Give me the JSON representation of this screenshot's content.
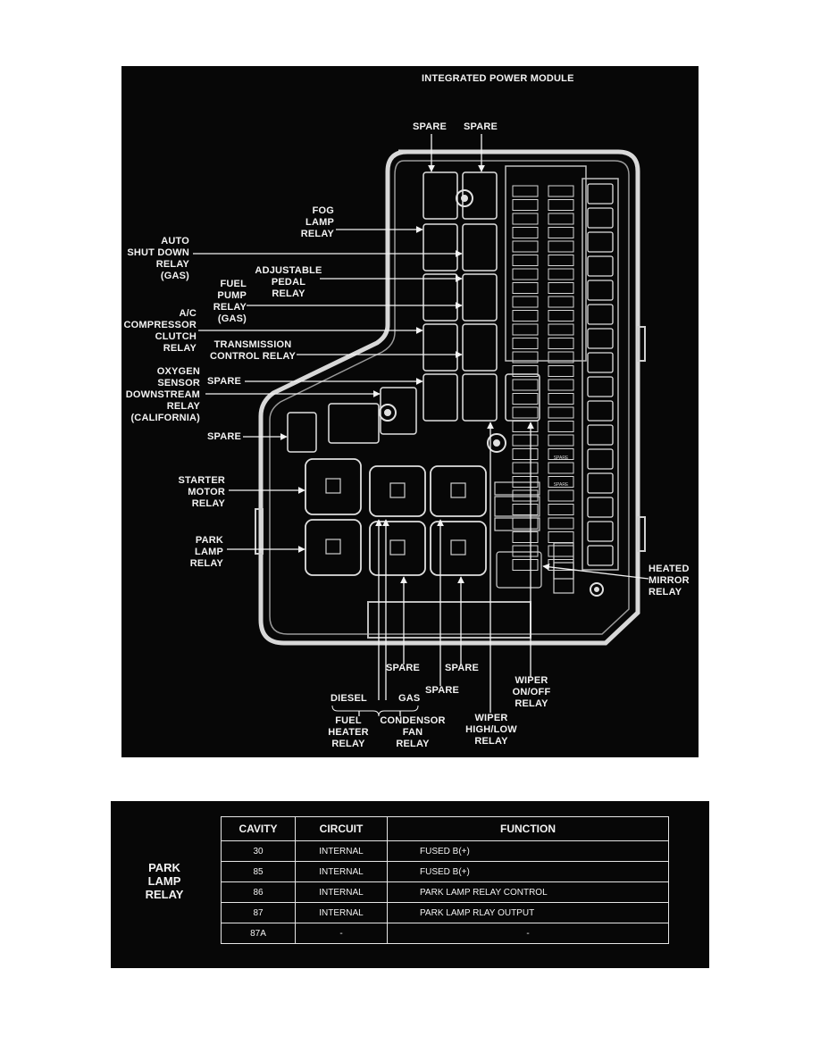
{
  "diagram": {
    "title": "INTEGRATED POWER MODULE",
    "labels": {
      "spare_top_left": "SPARE",
      "spare_top_right": "SPARE",
      "fog_lamp_relay": "FOG\nLAMP\nRELAY",
      "auto_shut_down_relay": "AUTO\nSHUT DOWN\nRELAY\n(GAS)",
      "adjustable_pedal_relay": "ADJUSTABLE\nPEDAL\nRELAY",
      "fuel_pump_relay": "FUEL\nPUMP\nRELAY\n(GAS)",
      "ac_compressor_clutch_relay": "A/C\nCOMPRESSOR\nCLUTCH\nRELAY",
      "transmission_control_relay": "TRANSMISSION\nCONTROL RELAY",
      "oxygen_sensor_downstream_relay": "OXYGEN\nSENSOR\nDOWNSTREAM\nRELAY\n(CALIFORNIA)",
      "spare_middle": "SPARE",
      "spare_left": "SPARE",
      "starter_motor_relay": "STARTER\nMOTOR\nRELAY",
      "park_lamp_relay": "PARK\nLAMP\nRELAY",
      "heated_mirror_relay": "HEATED\nMIRROR\nRELAY",
      "spare_bottom_1": "SPARE",
      "spare_bottom_2": "SPARE",
      "spare_bottom_3": "SPARE",
      "wiper_on_off_relay": "WIPER\nON/OFF\nRELAY",
      "diesel": "DIESEL",
      "gas": "GAS",
      "fuel_heater_relay": "FUEL\nHEATER\nRELAY",
      "condensor_fan_relay": "CONDENSOR\nFAN\nRELAY",
      "wiper_high_low_relay": "WIPER\nHIGH/LOW\nRELAY"
    },
    "fuse_labels": [
      "SPARE",
      "SPARE"
    ]
  },
  "table": {
    "relay_name": "PARK\nLAMP\nRELAY",
    "headers": {
      "cavity": "CAVITY",
      "circuit": "CIRCUIT",
      "function": "FUNCTION"
    },
    "rows": [
      {
        "cavity": "30",
        "circuit": "INTERNAL",
        "function": "FUSED B(+)"
      },
      {
        "cavity": "85",
        "circuit": "INTERNAL",
        "function": "FUSED B(+)"
      },
      {
        "cavity": "86",
        "circuit": "INTERNAL",
        "function": "PARK LAMP RELAY CONTROL"
      },
      {
        "cavity": "87",
        "circuit": "INTERNAL",
        "function": "PARK LAMP RLAY OUTPUT"
      },
      {
        "cavity": "87A",
        "circuit": "-",
        "function": "-"
      }
    ]
  }
}
